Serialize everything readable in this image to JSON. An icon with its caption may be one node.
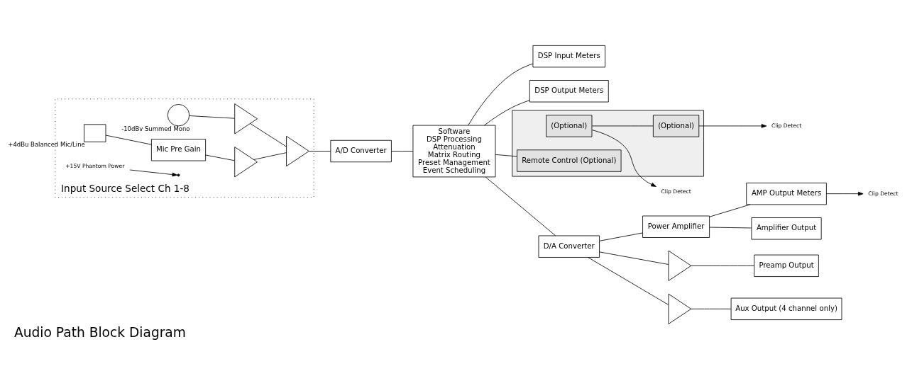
{
  "diagram": {
    "title": "Audio Path Block Diagram",
    "nodes": [
      {
        "text": [
          "Input Source Select Ch 1-8"
        ]
      },
      {
        "text": [],
        "shape": "circle",
        "in": 0,
        "beside": [
          "-10dBv Summed Mono"
        ]
      },
      {
        "text": [],
        "shape": "box",
        "in": 0,
        "beside": [
          "+4dBu Balanced Mic/Line"
        ]
      },
      {
        "text": [
          "+15V Phantom Power"
        ],
        "in": 0
      },
      {
        "text": [
          "Mic Pre Gain"
        ],
        "in": 0
      },
      {
        "text": [],
        "shape": "triangle",
        "in": 0
      },
      {
        "text": [],
        "shape": "triangle",
        "in": 0
      },
      {
        "text": [],
        "shape": "triangle",
        "in": 0
      },
      {
        "text": [
          "A/D Converter"
        ]
      },
      {
        "text": [
          "Clip Detect"
        ]
      },
      {
        "text": [
          "DSP Input Meters"
        ]
      },
      {
        "text": [
          "DSP Output Meters"
        ]
      },
      {
        "text": [
          "Software",
          "DSP Processing",
          "Attenuation",
          "Matrix Routing",
          "Preset Management",
          "Event Scheduling"
        ]
      },
      {
        "text": [
          "Clip Detect"
        ]
      },
      {
        "text": [
          "D/A Converter"
        ]
      },
      {
        "text": [],
        "shape": "box"
      },
      {
        "text": [
          "(Optional)"
        ],
        "in": 15
      },
      {
        "text": [
          "Remote Control (Optional)"
        ],
        "in": 15
      },
      {
        "text": [
          "(Optional)"
        ],
        "in": 15
      },
      {
        "text": [
          "Power Amplifier"
        ]
      },
      {
        "text": [
          "AMP Output Meters"
        ]
      },
      {
        "text": [
          "Clip Detect"
        ]
      },
      {
        "text": [
          "Amplifier Output"
        ]
      },
      {
        "text": [],
        "shape": "triangle"
      },
      {
        "text": [],
        "shape": "triangle"
      },
      {
        "text": [
          "Preamp Output"
        ]
      },
      {
        "text": [
          "Aux Output (4 channel only)"
        ]
      }
    ],
    "edges": [
      {
        "from": 1,
        "to": 5,
        "arrow": "none"
      },
      {
        "from": 2,
        "to": 4,
        "arrow": "none"
      },
      {
        "from": 3,
        "to": null,
        "arrow": "to"
      },
      {
        "from": 4,
        "to": 6,
        "arrow": "none"
      },
      {
        "from": 5,
        "to": 7,
        "arrow": "none"
      },
      {
        "from": 6,
        "to": 7,
        "arrow": "none"
      },
      {
        "from": 7,
        "to": 8,
        "arrow": "none"
      },
      {
        "from": 8,
        "to": 12,
        "arrow": "none"
      },
      {
        "from": 16,
        "to": 9,
        "arrow": "to"
      },
      {
        "from": 12,
        "to": 10,
        "arrow": "none"
      },
      {
        "from": 12,
        "to": 11,
        "arrow": "none"
      },
      {
        "from": 12,
        "to": 14,
        "arrow": "none"
      },
      {
        "from": 18,
        "to": 13,
        "arrow": "to"
      },
      {
        "from": 12,
        "to": 17,
        "arrow": "none"
      },
      {
        "from": 16,
        "to": 18,
        "arrow": "none"
      },
      {
        "from": 14,
        "to": 19,
        "arrow": "none"
      },
      {
        "from": 14,
        "to": 23,
        "arrow": "none"
      },
      {
        "from": 14,
        "to": 24,
        "arrow": "none"
      },
      {
        "from": 19,
        "to": 22,
        "arrow": "none"
      },
      {
        "from": 19,
        "to": 20,
        "arrow": "none"
      },
      {
        "from": 20,
        "to": 21,
        "arrow": "to"
      },
      {
        "from": 23,
        "to": 25,
        "arrow": "none"
      },
      {
        "from": 24,
        "to": 26,
        "arrow": "none"
      }
    ]
  }
}
